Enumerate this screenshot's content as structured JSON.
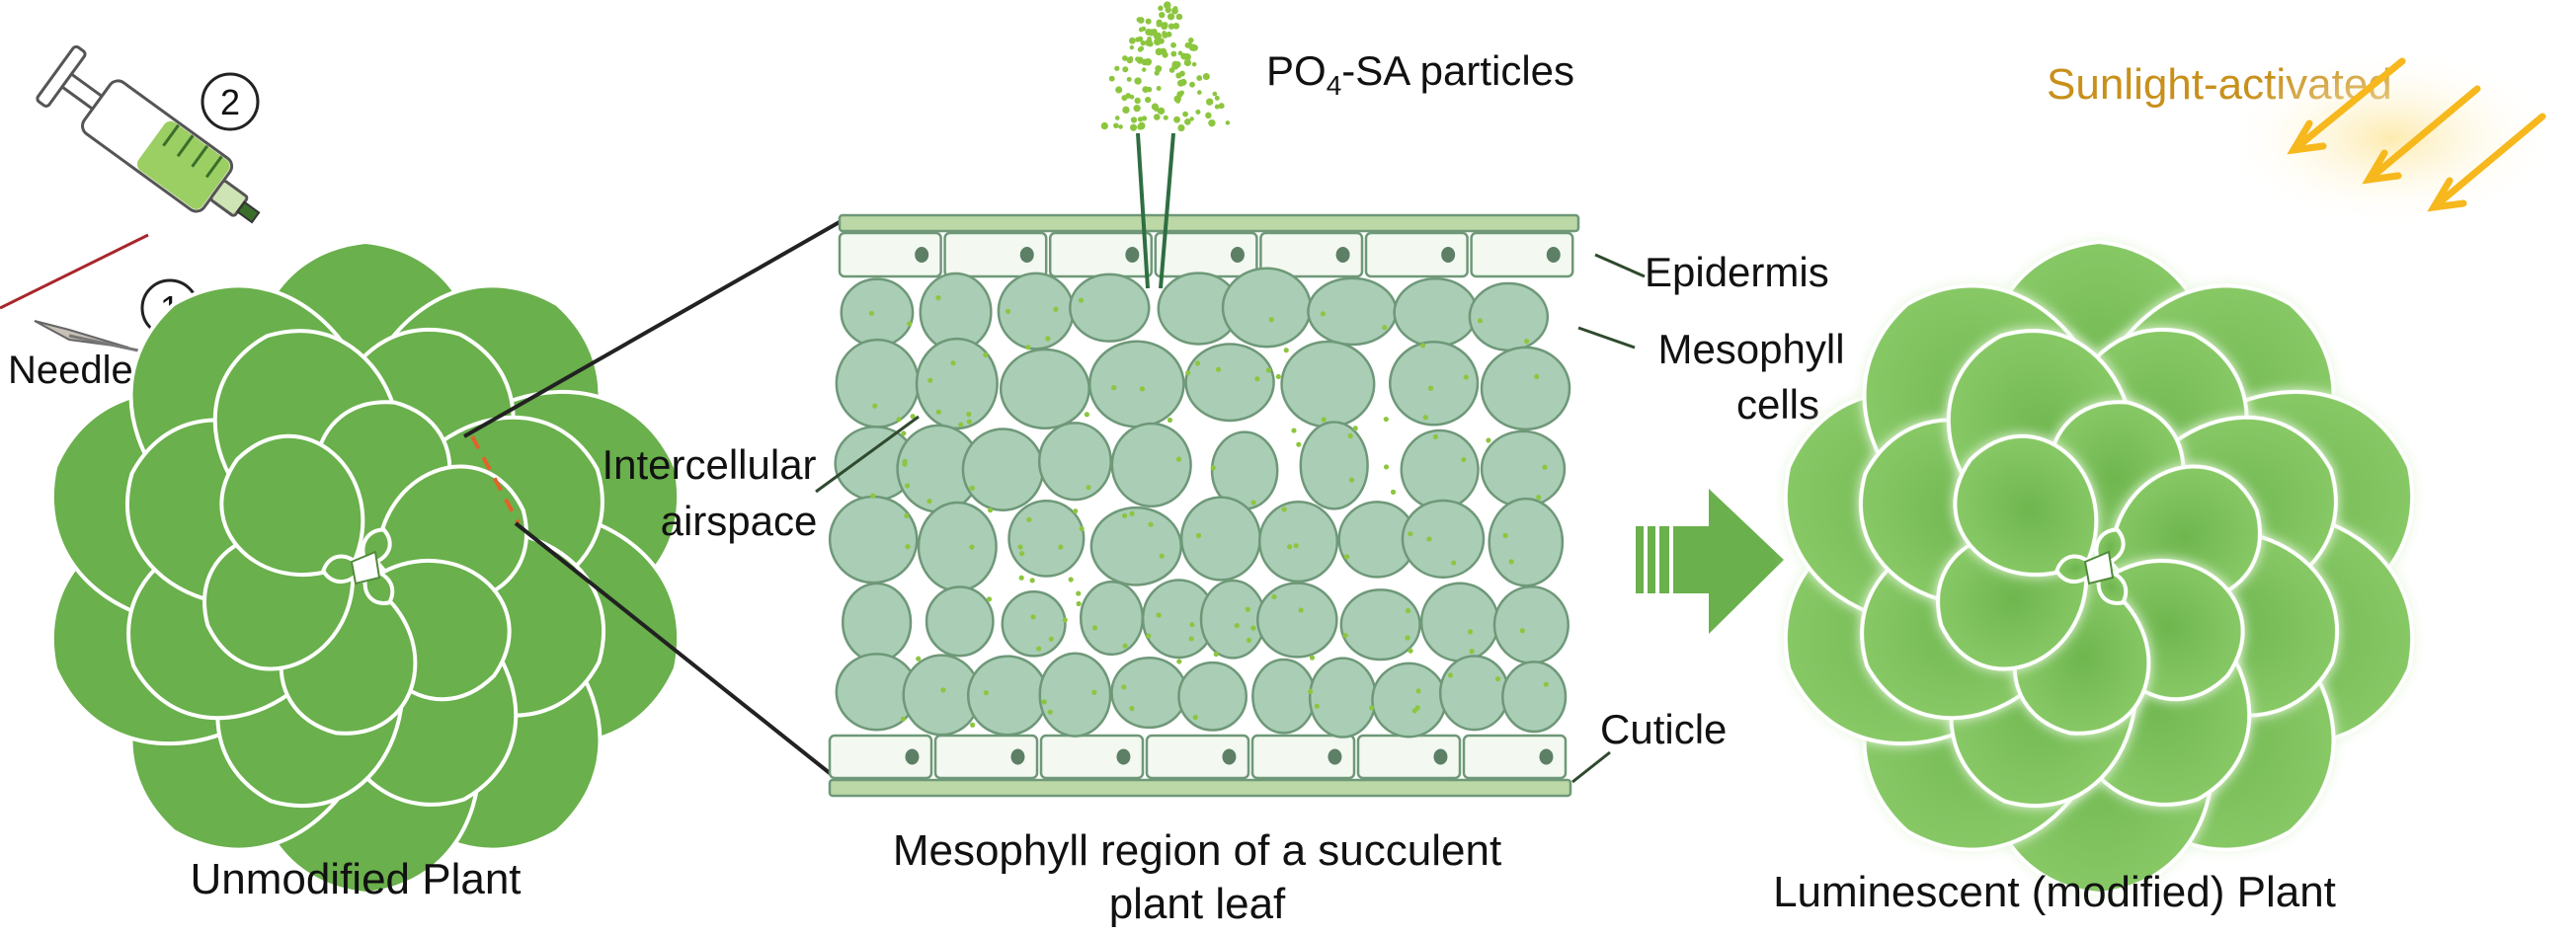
{
  "labels": {
    "particles_main": "PO",
    "particles_sub": "4",
    "particles_rest": "-SA particles",
    "sunlight": "Sunlight-activated",
    "step_inject": "2",
    "step_needle": "1",
    "needle": "Needle",
    "epidermis": "Epidermis",
    "mesophyll_line1": "Mesophyll",
    "mesophyll_line2": "cells",
    "intercellular_line1": "Intercellular",
    "intercellular_line2": "airspace",
    "cuticle": "Cuticle",
    "caption_left": "Unmodified Plant",
    "caption_middle_line1": "Mesophyll region of a succulent",
    "caption_middle_line2": "plant leaf",
    "caption_right": "Luminescent (modified) Plant"
  },
  "colors": {
    "leaf_green": "#6ab04c",
    "leaf_outline": "#ffffff",
    "cell_fill": "#a9cdb5",
    "cell_stroke": "#6e9878",
    "cuticle_fill": "#bcd8a6",
    "particle_green": "#8cc63f",
    "sunlight_text": "#c8901b",
    "sun_arrow": "#f6b81c",
    "arrow_green": "#6ab04c",
    "needle_red": "#a8262c",
    "dashed_orange": "#e0632a"
  }
}
